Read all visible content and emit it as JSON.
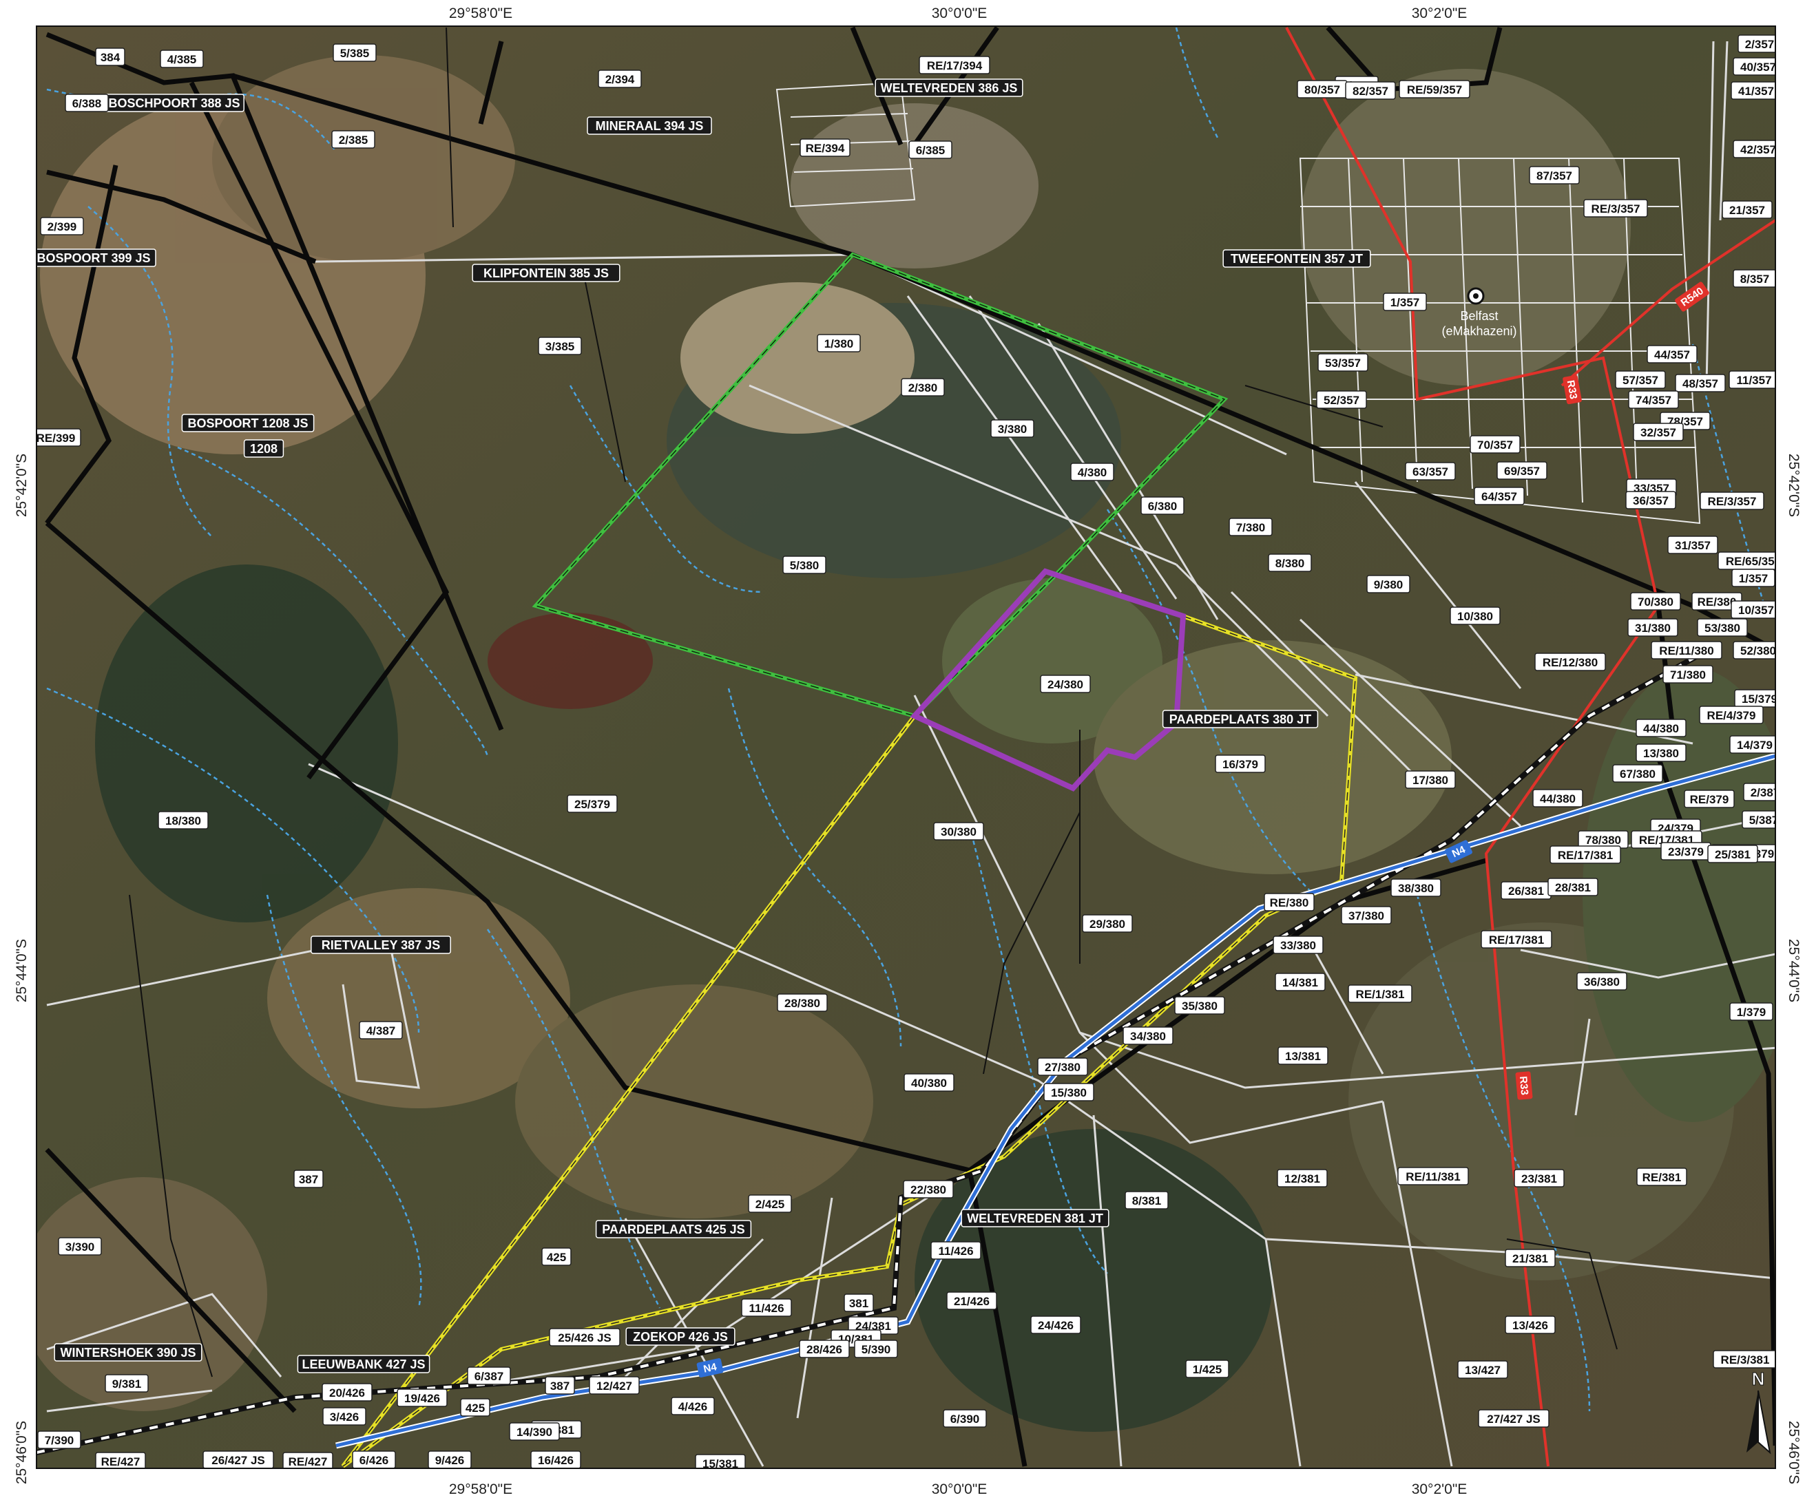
{
  "map": {
    "top_ticks": [
      "29°58'0\"E",
      "30°0'0\"E",
      "30°2'0\"E"
    ],
    "bottom_ticks": [
      "29°58'0\"E",
      "30°0'0\"E",
      "30°2'0\"E"
    ],
    "left_ticks": [
      "25°42'0\"S",
      "25°44'0\"S",
      "25°46'0\"S"
    ],
    "right_ticks": [
      "25°42'0\"S",
      "25°44'0\"S",
      "25°46'0\"S"
    ],
    "town": {
      "name": "Belfast",
      "alt_name": "(eMakhazeni)"
    },
    "north_arrow": "N",
    "roads": [
      "N4",
      "N4",
      "R33",
      "R33",
      "R540"
    ],
    "farms": [
      "BOSCHPOORT 388 JS",
      "BOSPOORT 399 JS",
      "BOSPOORT 1208 JS",
      "1208",
      "MINERAAL 394 JS",
      "WELTEVREDEN 386 JS",
      "KLIPFONTEIN 385 JS",
      "TWEEFONTEIN 357 JT",
      "PAARDEPLAATS 380 JT",
      "RIETVALLEY 387 JS",
      "PAARDEPLAATS 425 JS",
      "WELTEVREDEN 381 JT",
      "ZOEKOP 426 JS",
      "WINTERSHOEK 390 JS",
      "LEEUWBANK 427 JS"
    ],
    "parcels": [
      "384",
      "4/385",
      "5/385",
      "RE/17/394",
      "2/394",
      "6/388",
      "6/357",
      "2/357",
      "40/357",
      "80/357",
      "82/357",
      "RE/59/357",
      "41/357",
      "2/385",
      "RE/394",
      "6/385",
      "42/357",
      "87/357",
      "RE/3/357",
      "21/357",
      "2/399",
      "8/357",
      "1/357",
      "1/380",
      "3/385",
      "2/380",
      "53/357",
      "44/357",
      "57/357",
      "48/357",
      "11/357",
      "RE/399",
      "52/357",
      "74/357",
      "78/357",
      "32/357",
      "3/380",
      "70/357",
      "4/380",
      "63/357",
      "69/357",
      "33/357",
      "64/357",
      "36/357",
      "RE/3/357",
      "6/380",
      "7/380",
      "31/357",
      "RE/65/357",
      "5/380",
      "8/380",
      "9/380",
      "1/357",
      "70/380",
      "RE/380",
      "10/357",
      "10/380",
      "31/380",
      "53/380",
      "RE/11/380",
      "RE/12/380",
      "52/380",
      "71/380",
      "24/380",
      "15/379",
      "44/380",
      "RE/4/379",
      "16/379",
      "13/380",
      "14/379",
      "17/380",
      "67/380",
      "2/387",
      "25/379",
      "5/387",
      "18/380",
      "44/380",
      "RE/379",
      "24/379",
      "30/380",
      "78/380",
      "RE/17/381",
      "23/379",
      "RE/13/379",
      "RE/17/381",
      "25/381",
      "RE/380",
      "38/380",
      "26/381",
      "28/381",
      "29/380",
      "37/380",
      "33/380",
      "RE/17/381",
      "14/381",
      "36/380",
      "RE/1/381",
      "28/380",
      "35/380",
      "1/379",
      "4/387",
      "34/380",
      "13/381",
      "27/380",
      "40/380",
      "15/380",
      "387",
      "22/380",
      "12/381",
      "RE/11/381",
      "23/381",
      "RE/381",
      "8/381",
      "2/425",
      "11/426",
      "3/390",
      "425",
      "21/381",
      "11/426",
      "21/426",
      "381",
      "24/426",
      "24/381",
      "13/426",
      "25/426 JS",
      "10/381",
      "28/426",
      "RE/3/381",
      "5/390",
      "13/427",
      "9/381",
      "6/387",
      "1/425",
      "20/426",
      "19/426",
      "387",
      "12/427",
      "3/426",
      "425",
      "4/426",
      "21/381",
      "6/390",
      "27/427 JS",
      "7/390",
      "14/390",
      "RE/427",
      "26/427 JS",
      "RE/427",
      "6/426",
      "9/426",
      "16/426",
      "15/381"
    ]
  }
}
